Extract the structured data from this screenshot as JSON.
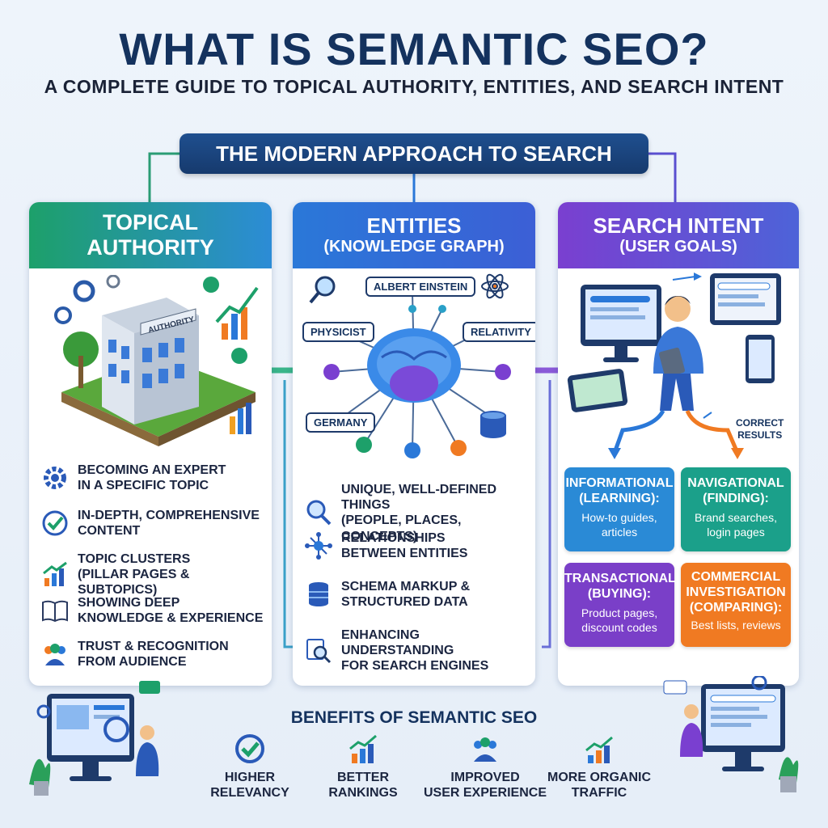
{
  "header": {
    "title": "WHAT IS SEMANTIC SEO?",
    "subtitle": "A COMPLETE GUIDE TO TOPICAL AUTHORITY, ENTITIES, AND SEARCH INTENT",
    "banner": "THE MODERN APPROACH TO SEARCH"
  },
  "topical": {
    "title": "TOPICAL",
    "title2": "AUTHORITY",
    "building_sign": "AUTHORITY",
    "bullets": [
      {
        "line1": "BECOMING AN EXPERT",
        "line2": "IN A SPECIFIC TOPIC",
        "icon": "gear-icon"
      },
      {
        "line1": "IN-DEPTH, COMPREHENSIVE",
        "line2": "CONTENT",
        "icon": "check-circle-icon"
      },
      {
        "line1": "TOPIC CLUSTERS",
        "line2": "(PILLAR PAGES & SUBTOPICS)",
        "icon": "bar-chart-icon"
      },
      {
        "line1": "SHOWING DEEP",
        "line2": "KNOWLEDGE & EXPERIENCE",
        "icon": "book-icon"
      },
      {
        "line1": "TRUST & RECOGNITION",
        "line2": "FROM AUDIENCE",
        "icon": "users-icon"
      }
    ]
  },
  "entities": {
    "title": "ENTITIES",
    "subtitle": "(KNOWLEDGE GRAPH)",
    "labels": {
      "einstein": "ALBERT EINSTEIN",
      "physicist": "PHYSICIST",
      "relativity": "RELATIVITY",
      "germany": "GERMANY"
    },
    "bullets": [
      {
        "line1": "UNIQUE, WELL-DEFINED THINGS",
        "line2": "(PEOPLE, PLACES, CONCEPTS)",
        "icon": "magnifier-icon"
      },
      {
        "line1": "RELATIONSHIPS",
        "line2": "BETWEEN ENTITIES",
        "icon": "network-icon"
      },
      {
        "line1": "SCHEMA MARKUP &",
        "line2": "STRUCTURED DATA",
        "icon": "database-icon"
      },
      {
        "line1": "ENHANCING UNDERSTANDING",
        "line2": "FOR SEARCH ENGINES",
        "icon": "search-doc-icon"
      }
    ]
  },
  "intent": {
    "title": "SEARCH INTENT",
    "subtitle": "(USER GOALS)",
    "correct_results": [
      "CORRECT",
      "RESULTS"
    ],
    "boxes": [
      {
        "title1": "INFORMATIONAL",
        "title2": "(LEARNING):",
        "desc1": "How-to guides,",
        "desc2": "articles",
        "color": "#2a8ad6"
      },
      {
        "title1": "NAVIGATIONAL",
        "title2": "(FINDING):",
        "desc1": "Brand searches,",
        "desc2": "login pages",
        "color": "#1ba08a"
      },
      {
        "title1": "TRANSACTIONAL",
        "title2": "(BUYING):",
        "desc1": "Product pages,",
        "desc2": "discount codes",
        "color": "#7a3fc8"
      },
      {
        "title1": "COMMERCIAL",
        "title2": "INVESTIGATION",
        "title3": "(COMPARING):",
        "desc1": "Best lists, reviews",
        "color": "#f07a22"
      }
    ]
  },
  "benefits": {
    "title": "BENEFITS OF SEMANTIC SEO",
    "items": [
      {
        "line1": "HIGHER",
        "line2": "RELEVANCY",
        "icon": "check-badge-icon"
      },
      {
        "line1": "BETTER",
        "line2": "RANKINGS",
        "icon": "trending-up-icon"
      },
      {
        "line1": "IMPROVED",
        "line2": "USER EXPERIENCE",
        "icon": "users-icon"
      },
      {
        "line1": "MORE ORGANIC",
        "line2": "TRAFFIC",
        "icon": "growth-chart-icon"
      }
    ]
  },
  "colors": {
    "navy": "#14325e",
    "green": "#1da06a",
    "blue": "#2a78d8",
    "purple": "#7a3fd0",
    "orange": "#f07a22"
  }
}
